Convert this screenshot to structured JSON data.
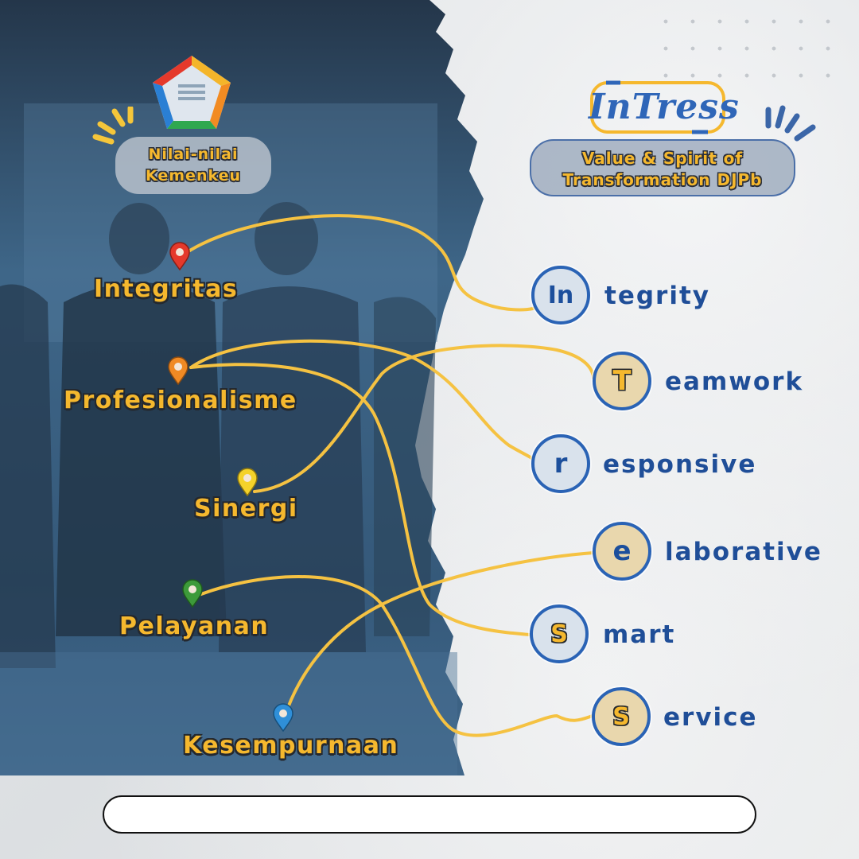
{
  "left_header": {
    "line1": "Nilai-nilai",
    "line2": "Kemenkeu"
  },
  "right_header": {
    "brand": "InTress",
    "line1": "Value & Spirit of",
    "line2": "Transformation DJPb"
  },
  "left_values": [
    {
      "label": "Integritas",
      "pin_color": "#e5392b"
    },
    {
      "label": "Profesionalisme",
      "pin_color": "#f08a24"
    },
    {
      "label": "Sinergi",
      "pin_color": "#f4d22a"
    },
    {
      "label": "Pelayanan",
      "pin_color": "#3d9a3a"
    },
    {
      "label": "Kesempurnaan",
      "pin_color": "#2f8fd8"
    }
  ],
  "right_values": [
    {
      "letter": "In",
      "rest": "tegrity"
    },
    {
      "letter": "T",
      "rest": "eamwork"
    },
    {
      "letter": "r",
      "rest": "esponsive"
    },
    {
      "letter": "e",
      "rest": "laborative"
    },
    {
      "letter": "S",
      "rest": "mart"
    },
    {
      "letter": "S",
      "rest": "ervice"
    }
  ],
  "colors": {
    "accent_yellow": "#f5b82e",
    "brand_blue": "#1f4e98",
    "photo_tint": "#3f6a8c"
  }
}
